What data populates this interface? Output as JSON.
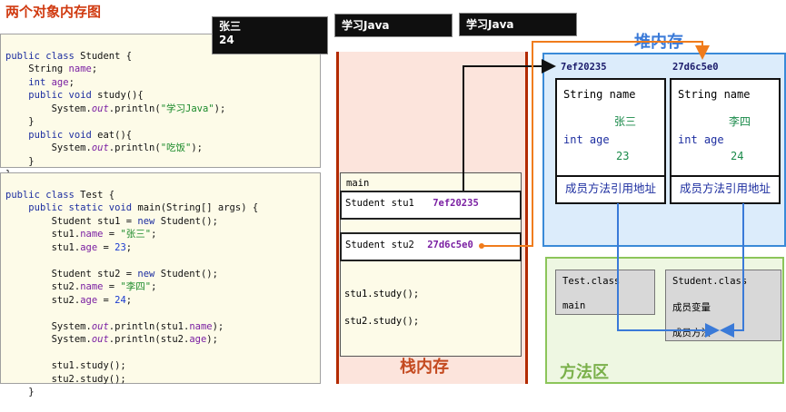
{
  "title": "两个对象内存图",
  "student_code": {
    "lines": [
      "public class Student {",
      "    String name;",
      "    int age;",
      "    public void study(){",
      "        System.out.println(\"学习Java\");",
      "    }",
      "    public void eat(){",
      "        System.out.println(\"吃饭\");",
      "    }",
      "}"
    ]
  },
  "test_code": {
    "lines": [
      "public class Test {",
      "    public static void main(String[] args) {",
      "        Student stu1 = new Student();",
      "        stu1.name = \"张三\";",
      "        stu1.age = 23;",
      "",
      "        Student stu2 = new Student();",
      "        stu2.name = \"李四\";",
      "        stu2.age = 24;",
      "",
      "        System.out.println(stu1.name);",
      "        System.out.println(stu2.age);",
      "",
      "        stu1.study();",
      "        stu2.study();",
      "    }"
    ]
  },
  "console_outputs": {
    "name_age": [
      "张三",
      "24"
    ],
    "study1": "学习Java",
    "study2": "学习Java"
  },
  "stack": {
    "label": "栈内存",
    "frame_name": "main",
    "vars": [
      {
        "decl": "Student stu1",
        "addr": "7ef20235"
      },
      {
        "decl": "Student stu2",
        "addr": "27d6c5e0"
      }
    ],
    "calls": [
      "stu1.study();",
      "stu2.study();"
    ]
  },
  "heap": {
    "label": "堆内存",
    "objects": [
      {
        "addr": "7ef20235",
        "field1": "String name",
        "name_value": "张三",
        "field2": "int age",
        "age_value": "23",
        "methods_ref": "成员方法引用地址"
      },
      {
        "addr": "27d6c5e0",
        "field1": "String name",
        "name_value": "李四",
        "field2": "int age",
        "age_value": "24",
        "methods_ref": "成员方法引用地址"
      }
    ]
  },
  "method_area": {
    "label": "方法区",
    "test_class": {
      "name": "Test.class",
      "member": "main"
    },
    "student_class": {
      "name": "Student.class",
      "member1": "成员变量",
      "member2": "成员方法"
    }
  },
  "colors": {
    "title": "#d03a10",
    "stack_border": "#b32a00",
    "heap_border": "#3a8ad8",
    "method_border": "#8cc55a",
    "arrow_orange": "#f07c1c",
    "arrow_blue": "#3a7ad8"
  }
}
